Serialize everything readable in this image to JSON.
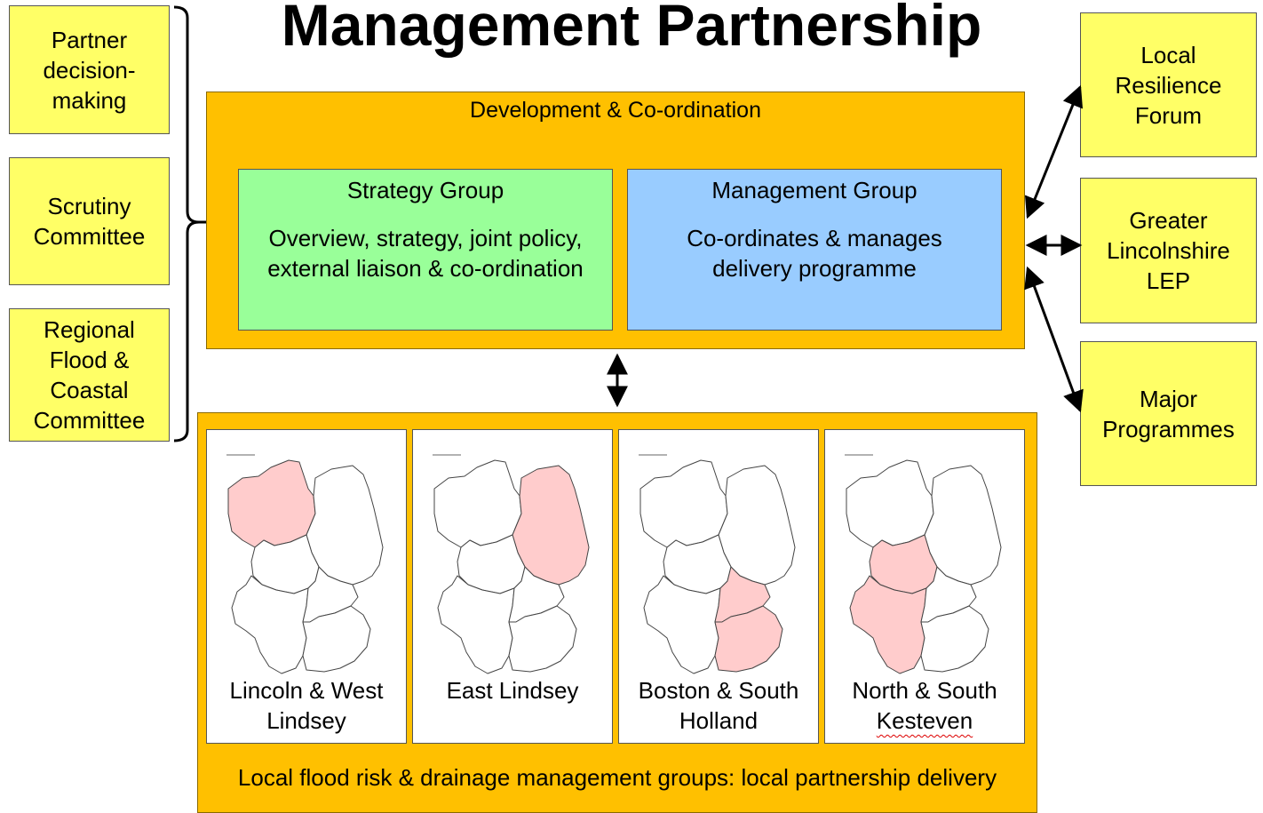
{
  "title": "Management Partnership",
  "left_boxes": [
    {
      "text": "Partner\ndecision-\nmaking"
    },
    {
      "text": "Scrutiny\nCommittee"
    },
    {
      "text": "Regional\nFlood &\nCoastal\nCommittee"
    }
  ],
  "right_boxes": [
    {
      "text": "Local\nResilience\nForum"
    },
    {
      "text": "Greater\nLincolnshire\nLEP"
    },
    {
      "text": "Major\nProgrammes"
    }
  ],
  "development": {
    "title": "Development  & Co-ordination",
    "strategy": {
      "title": "Strategy Group",
      "desc": "Overview, strategy, joint policy,\nexternal liaison & co-ordination",
      "color": "#99ff99"
    },
    "management": {
      "title": "Management  Group",
      "desc": "Co-ordinates & manages\ndelivery programme",
      "color": "#99ccff"
    }
  },
  "local_groups": {
    "footer": "Local flood risk & drainage management  groups: local partnership delivery",
    "cards": [
      {
        "label_line1": "Lincoln  & West",
        "label_line2": "Lindsey",
        "highlight": "lincoln-west-lindsey"
      },
      {
        "label_line1": "East Lindsey",
        "label_line2": "",
        "highlight": "east-lindsey"
      },
      {
        "label_line1": "Boston & South",
        "label_line2": "Holland",
        "highlight": "boston-south-holland"
      },
      {
        "label_line1": "North & South",
        "label_line2": "Kesteven",
        "highlight": "north-south-kesteven"
      }
    ]
  },
  "colors": {
    "yellow": "#ffff66",
    "orange": "#ffc000",
    "highlight": "#ffcccc"
  }
}
